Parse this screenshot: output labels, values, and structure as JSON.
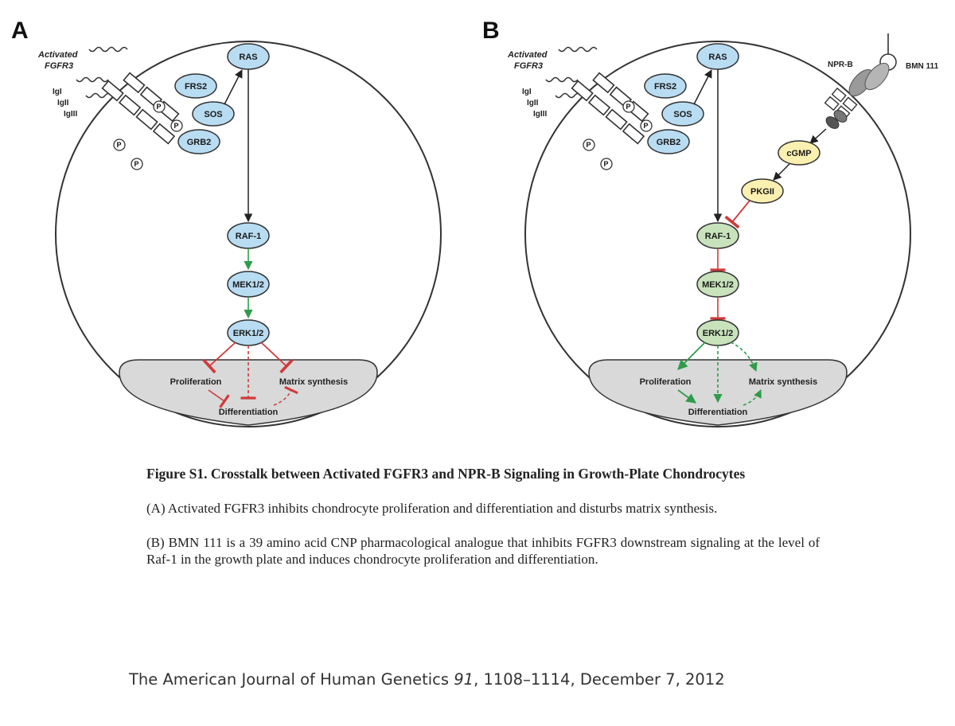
{
  "panels": [
    {
      "letter": "A",
      "receptor_label_1": "Activated",
      "receptor_label_2": "FGFR3",
      "domains": [
        "IgI",
        "IgII",
        "IgIII"
      ],
      "phospho_label": "P",
      "adaptors": [
        "FRS2",
        "SOS",
        "GRB2"
      ],
      "pathway": [
        "RAS",
        "RAF-1",
        "MEK1/2",
        "ERK1/2"
      ],
      "nucleus": {
        "proliferation": "Proliferation",
        "matrix": "Matrix synthesis",
        "differentiation": "Differentiation"
      }
    },
    {
      "letter": "B",
      "receptor_label_1": "Activated",
      "receptor_label_2": "FGFR3",
      "domains": [
        "IgI",
        "IgII",
        "IgIII"
      ],
      "phospho_label": "P",
      "adaptors": [
        "FRS2",
        "SOS",
        "GRB2"
      ],
      "pathway": [
        "RAS",
        "RAF-1",
        "MEK1/2",
        "ERK1/2"
      ],
      "npr": {
        "receptor": "NPR-B",
        "drug": "BMN 111",
        "cgmp": "cGMP",
        "pkg": "PKGII"
      },
      "nucleus": {
        "proliferation": "Proliferation",
        "matrix": "Matrix synthesis",
        "differentiation": "Differentiation"
      }
    }
  ],
  "colors": {
    "blue_node": "#b8dcf2",
    "green_node": "#c8e3bc",
    "yellow_node": "#fcf0b0",
    "activate_green": "#2e9c4a",
    "inhibit_red": "#d03a3a",
    "nucleus_fill": "#d9d9d9"
  },
  "caption": {
    "title": "Figure S1. Crosstalk between Activated FGFR3 and NPR-B Signaling in Growth-Plate Chondrocytes",
    "para_a": "(A) Activated FGFR3 inhibits chondrocyte proliferation and differentiation and disturbs matrix synthesis.",
    "para_b": "(B) BMN 111 is a 39 amino acid CNP pharmacological analogue that inhibits FGFR3 downstream signaling at the level of Raf-1 in the growth plate and induces chondrocyte proliferation and differentiation."
  },
  "citation": {
    "journal": "The American Journal of Human Genetics",
    "volume": "91",
    "rest": ", 1108–1114, December 7, 2012"
  }
}
